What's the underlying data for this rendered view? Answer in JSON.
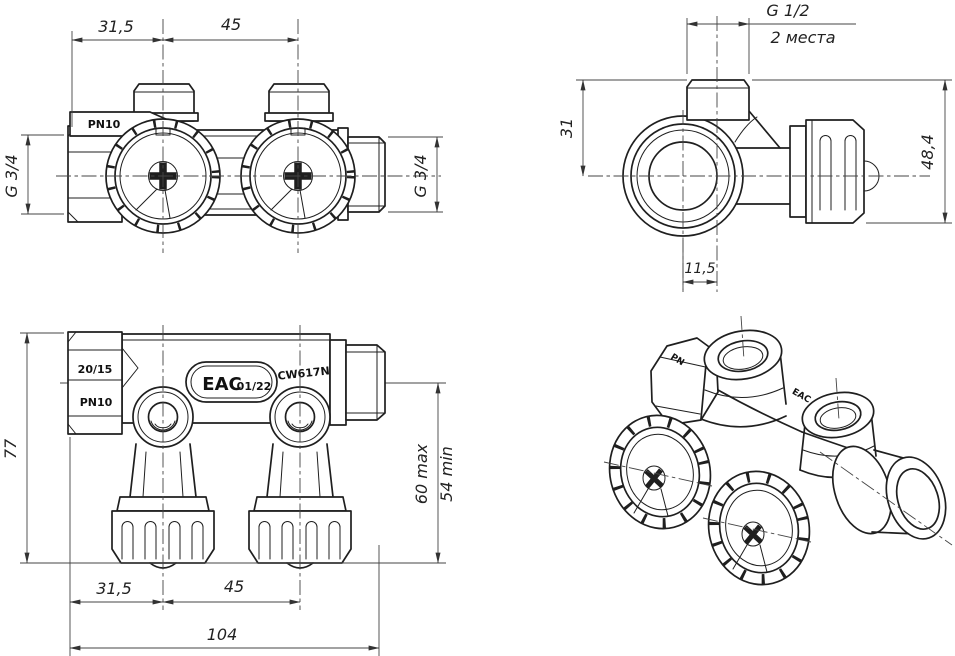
{
  "colors": {
    "line": "#1f1f1f",
    "thin": "#444444",
    "background": "#ffffff"
  },
  "views": {
    "front_top": {
      "dim_spacing_left": "31,5",
      "dim_spacing_right": "45",
      "thread_left": "G 3/4",
      "thread_right": "G 3/4",
      "marking_pressure": "PN10"
    },
    "side": {
      "thread_top": "G 1/2",
      "thread_note": "2 места",
      "dim_to_axis": "31",
      "dim_height": "48,4",
      "dim_offset": "11,5"
    },
    "bottom": {
      "marking_size": "20/15",
      "marking_pressure": "PN10",
      "marking_cert": "EAC",
      "marking_batch": "01/22",
      "marking_alloy": "CW617N",
      "dim_height": "77",
      "dim_max": "60 max",
      "dim_min": "54 min",
      "dim_spacing_left": "31,5",
      "dim_spacing_right": "45",
      "dim_length": "104"
    },
    "isometric": {
      "marking_pressure": "PN",
      "marking_cert": "EAC"
    }
  }
}
